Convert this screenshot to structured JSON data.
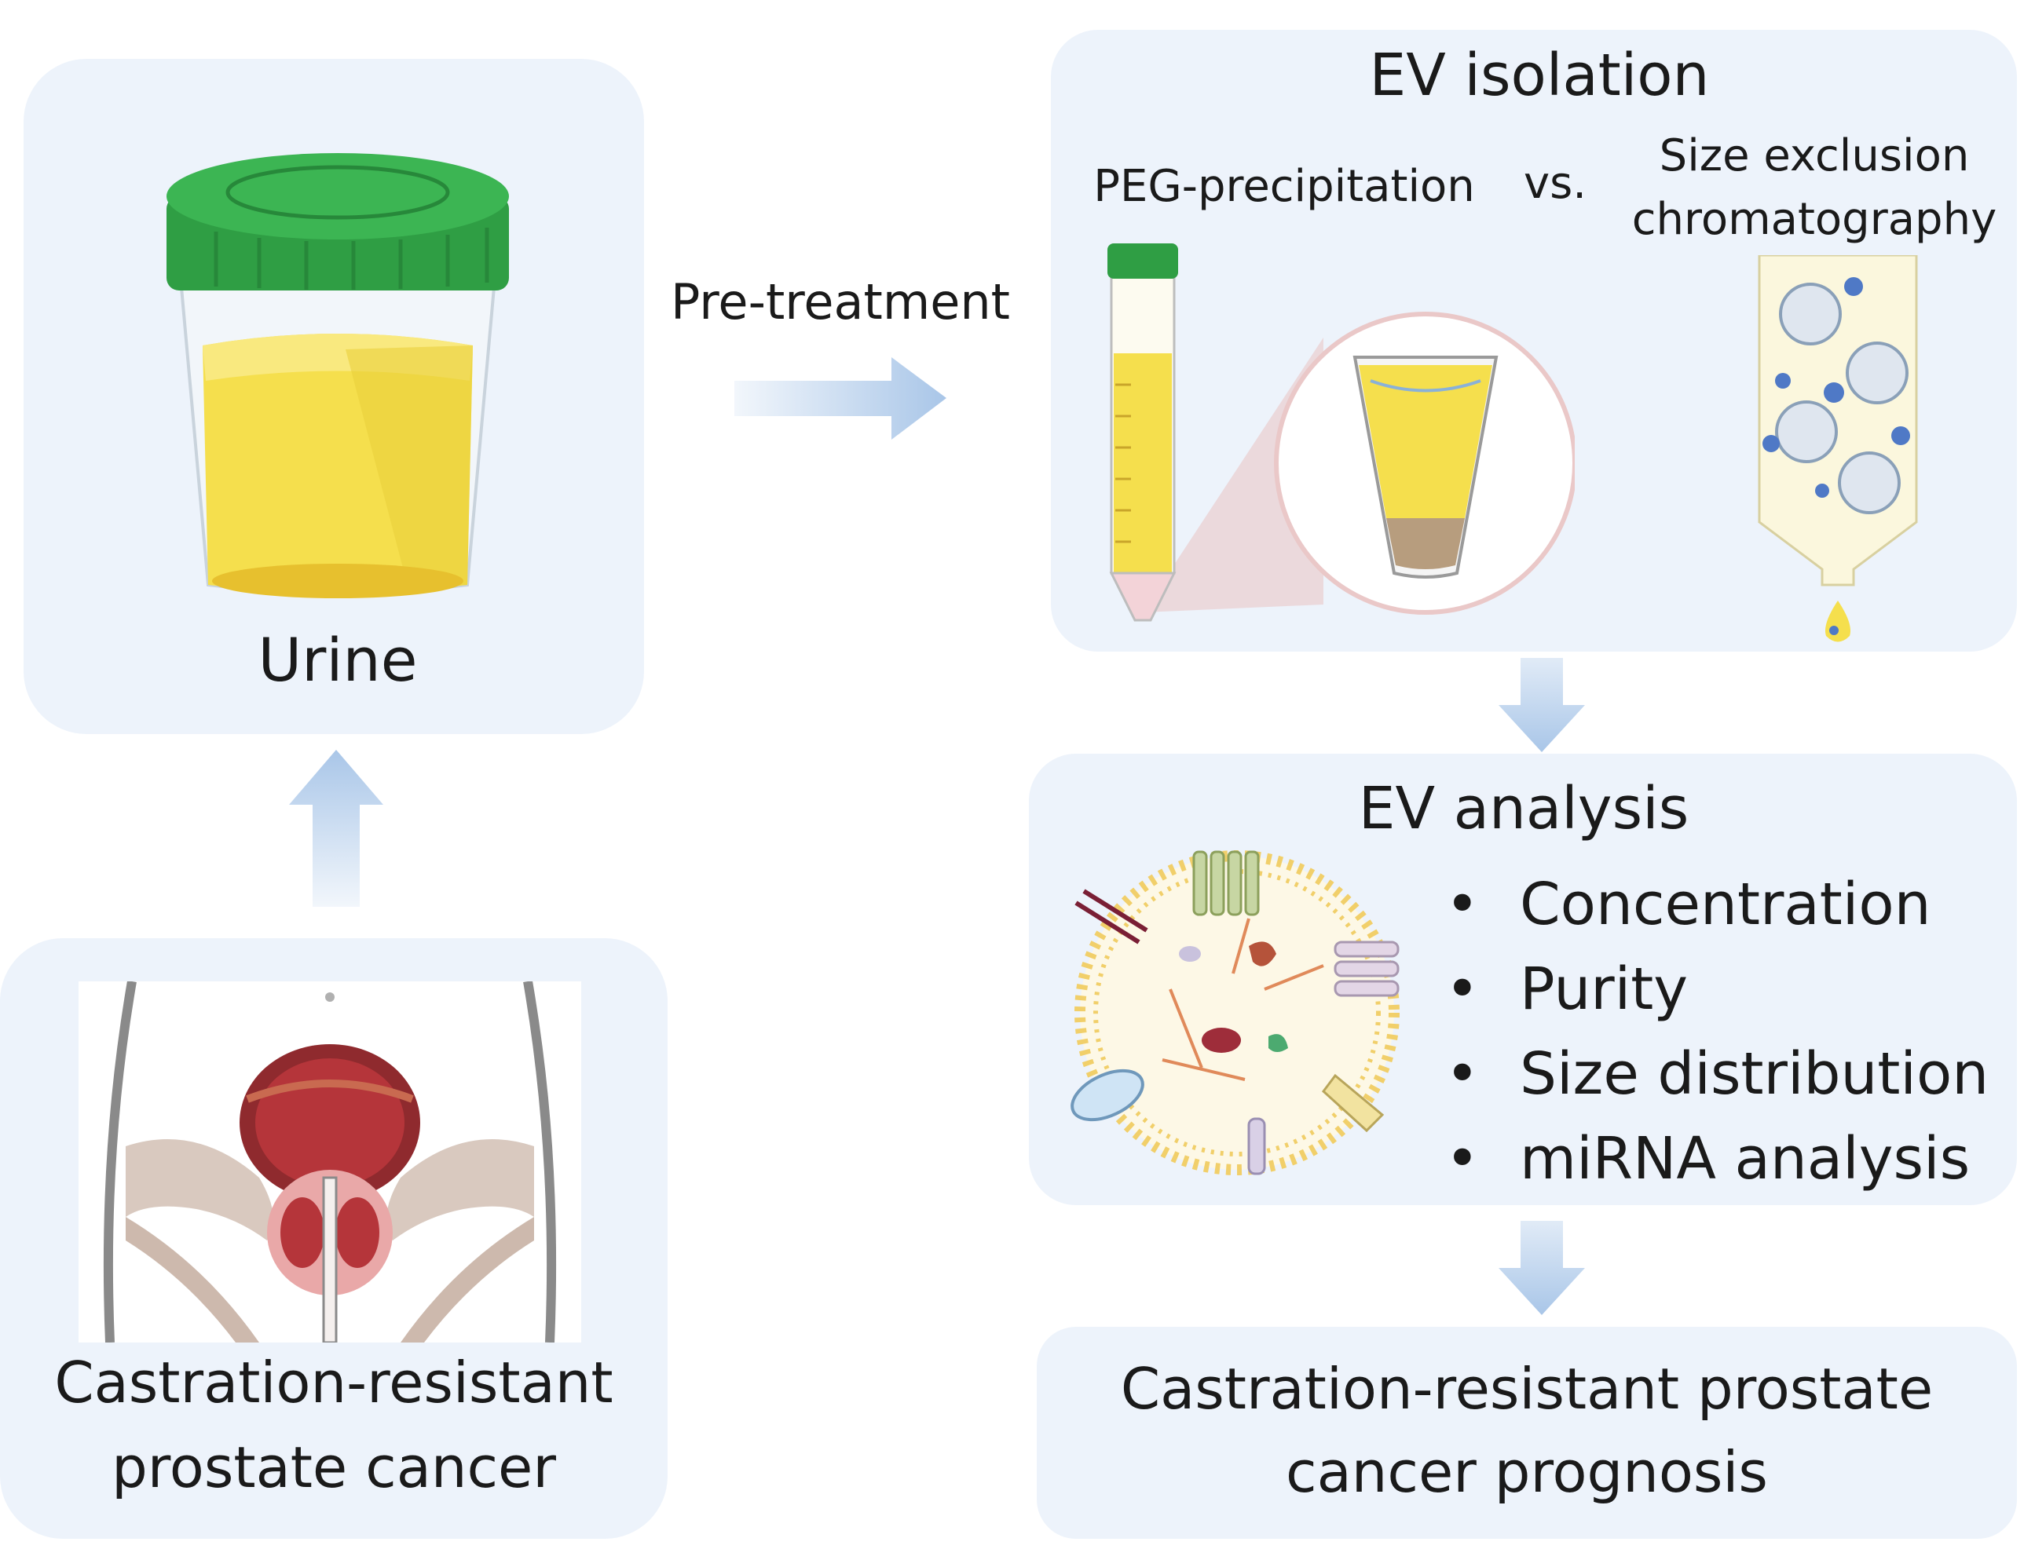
{
  "urine_panel": {
    "label": "Urine"
  },
  "crpc_panel": {
    "line1": "Castration-resistant",
    "line2": "prostate cancer"
  },
  "pretreatment": {
    "label": "Pre-treatment"
  },
  "ev_isolation": {
    "title": "EV isolation",
    "method_a": "PEG-precipitation",
    "versus": "vs.",
    "method_b_line1": "Size exclusion",
    "method_b_line2": "chromatography"
  },
  "ev_analysis": {
    "title": "EV analysis",
    "bullet_char": "•",
    "items": [
      "Concentration",
      "Purity",
      "Size distribution",
      "miRNA analysis"
    ]
  },
  "prognosis": {
    "line1": "Castration-resistant prostate",
    "line2": "cancer prognosis"
  },
  "colors": {
    "panel_bg": "#edf3fb",
    "arrow": "#a9c6e8",
    "cap_green": "#2f9e44",
    "urine_yellow": "#f5df4d",
    "tissue_red": "#b5353a"
  }
}
